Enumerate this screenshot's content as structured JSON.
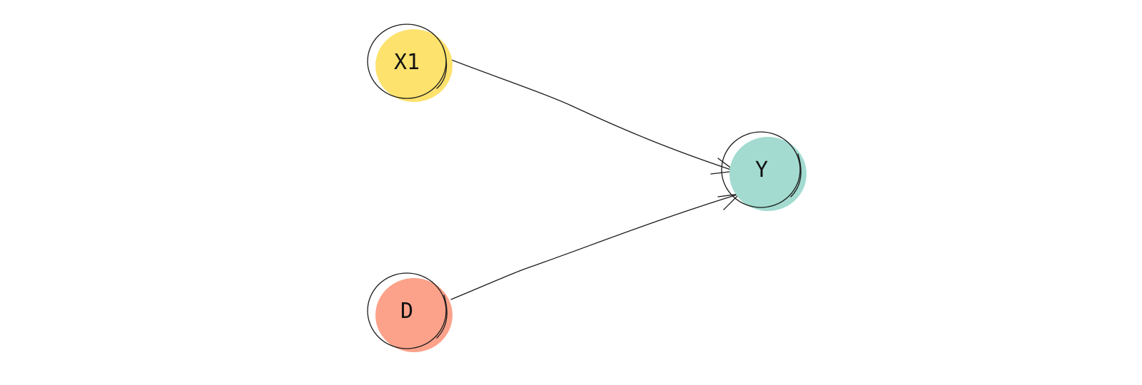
{
  "nodes": [
    {
      "id": "X1",
      "label": "X1",
      "color": "#FDE26E"
    },
    {
      "id": "D",
      "label": "D",
      "color": "#FCA28A"
    },
    {
      "id": "Y",
      "label": "Y",
      "color": "#A3DBD0"
    }
  ],
  "edges": [
    {
      "from": "X1",
      "to": "Y"
    },
    {
      "from": "D",
      "to": "Y"
    }
  ]
}
